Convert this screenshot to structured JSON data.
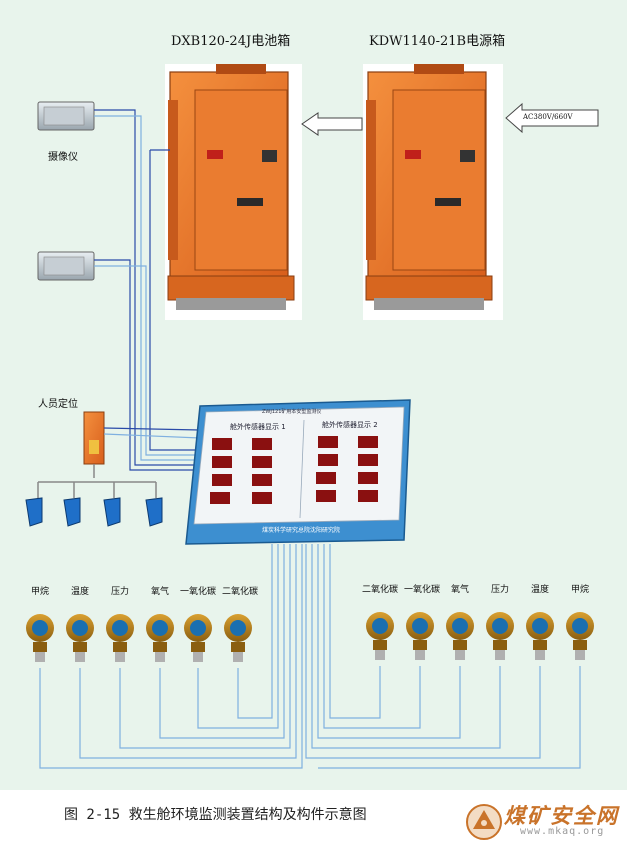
{
  "cabinets": {
    "battery_box_title": "DXB120-24J电池箱",
    "power_box_title": "KDW1140-21B电源箱",
    "input_voltage": "AC380V/660V"
  },
  "devices": {
    "camera_label": "摄像仪",
    "personnel_label": "人员定位"
  },
  "monitor_panel": {
    "title": "ZWJ121矿用本安型监测仪",
    "display_1": "舱外传感器显示 1",
    "display_2": "舱外传感器显示 2",
    "manufacturer": "煤炭科学研究总院沈阳研究院"
  },
  "sensors_left": [
    "甲烷",
    "温度",
    "压力",
    "氧气",
    "一氧化碳",
    "二氧化碳"
  ],
  "sensors_right": [
    "二氧化碳",
    "一氧化碳",
    "氧气",
    "压力",
    "温度",
    "甲烷"
  ],
  "caption": "图 2-15 救生舱环境监测装置结构及构件示意图",
  "watermark": {
    "text": "煤矿安全网",
    "url": "www.mkaq.org"
  },
  "colors": {
    "background": "#e8f4ec",
    "cabinet_orange": "#e8742a",
    "panel_blue": "#2a7fc0",
    "wire_blue": "#2a4aa8",
    "wire_light": "#7fb0e0"
  }
}
